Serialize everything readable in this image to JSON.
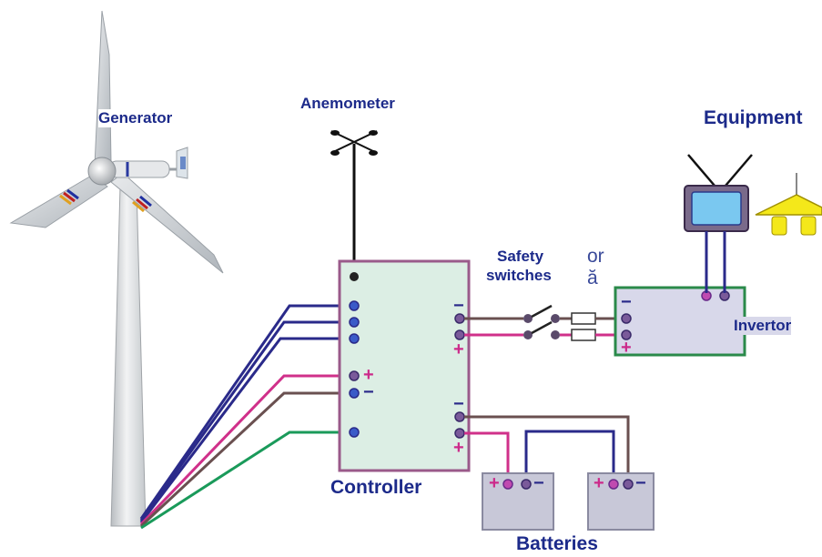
{
  "labels": {
    "generator": "Generator",
    "anemometer": "Anemometer",
    "equipment": "Equipment",
    "safety_switches_line1": "Safety",
    "safety_switches_line2": "switches",
    "invertor": "Invertor",
    "controller": "Controller",
    "batteries": "Batteries"
  },
  "background_fragments": {
    "fragment1": "or",
    "fragment2": "ă"
  },
  "terminal_signs": {
    "minus": "−",
    "plus": "+"
  },
  "colors": {
    "wire_blue": "#2a2a8a",
    "wire_magenta": "#d0308a",
    "wire_brown": "#6a5050",
    "wire_green": "#1a9a5a",
    "box_fill": "#dceee4",
    "controller_border": "#9a5a8a",
    "invertor_border": "#2a8a4a",
    "battery_fill": "#c8c8d8",
    "label_color": "#1c2a8a"
  }
}
